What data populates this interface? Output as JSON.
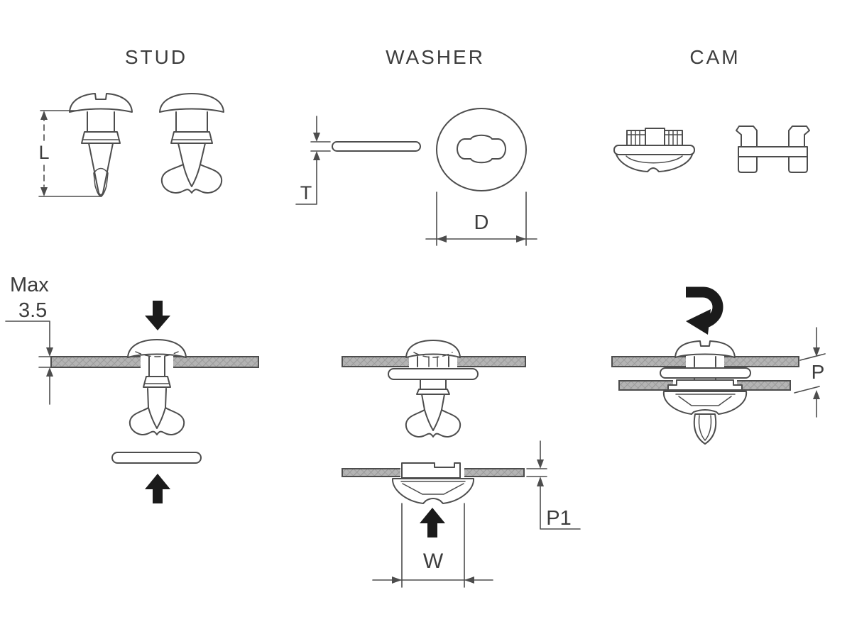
{
  "colors": {
    "background": "#ffffff",
    "line": "#4d4d4d",
    "label_text": "#3d3d3d",
    "arrow_black": "#1b1b1b",
    "panel_fill": "#b4b4b4",
    "panel_hatch_line": "#8f8f8f"
  },
  "part_sections": {
    "stud": {
      "title": "STUD",
      "length_dim_label": "L"
    },
    "washer": {
      "title": "WASHER",
      "thickness_dim_label": "T",
      "diameter_dim_label": "D"
    },
    "cam": {
      "title": "CAM"
    }
  },
  "assembly_notes": {
    "max_panel_thickness_line1": "Max",
    "max_panel_thickness_line2": "3.5",
    "panel_thickness_dim_label": "P1",
    "cam_width_dim_label": "W",
    "grip_length_dim_label": "P"
  }
}
